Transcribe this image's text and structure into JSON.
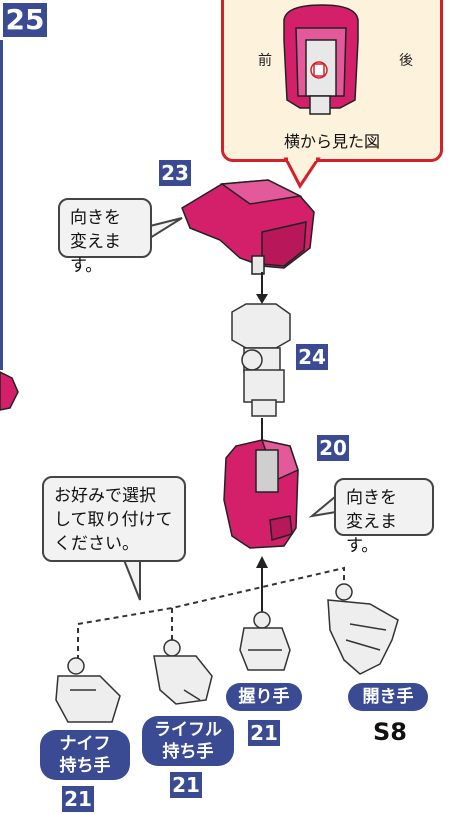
{
  "step": {
    "number": "25"
  },
  "detail": {
    "front_label": "前",
    "back_label": "後",
    "caption": "横から見た図"
  },
  "parts": {
    "p23": "23",
    "p24": "24",
    "p20": "20"
  },
  "callouts": {
    "turn_top": [
      "向きを",
      "変えます。"
    ],
    "turn_right": [
      "向きを",
      "変えます。"
    ],
    "choose": [
      "お好みで選択",
      "して取り付けて",
      "ください。"
    ]
  },
  "hands": [
    {
      "name": [
        "ナイフ",
        "持ち手"
      ],
      "part": "21"
    },
    {
      "name": [
        "ライフル",
        "持ち手"
      ],
      "part": "21"
    },
    {
      "name": [
        "握り手"
      ],
      "part": "21"
    },
    {
      "name": [
        "開き手"
      ],
      "part": "S8"
    }
  ],
  "colors": {
    "accent": "#d4206a",
    "badge": "#3a4a93",
    "detail_border": "#d4202a",
    "detail_fill": "#fdf2dc"
  }
}
